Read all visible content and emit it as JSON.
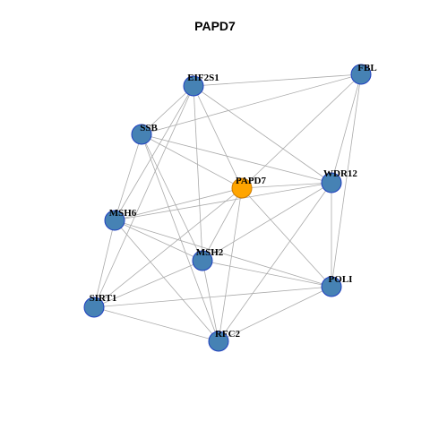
{
  "title": "PAPD7",
  "colors": {
    "edge": "#aaaaaa",
    "node_fill": "#4682b4",
    "node_stroke": "#1f3fbf",
    "focus_fill": "#ffa500",
    "focus_stroke": "#cc7a00"
  },
  "network": {
    "focus": "PAPD7",
    "nodes": [
      "EIF2S1",
      "FBL",
      "SSB",
      "PAPD7",
      "WDR12",
      "MSH6",
      "MSH2",
      "POLI",
      "SIRT1",
      "RFC2"
    ],
    "edges": [
      [
        "EIF2S1",
        "FBL"
      ],
      [
        "EIF2S1",
        "SSB"
      ],
      [
        "EIF2S1",
        "PAPD7"
      ],
      [
        "EIF2S1",
        "WDR12"
      ],
      [
        "EIF2S1",
        "MSH6"
      ],
      [
        "EIF2S1",
        "MSH2"
      ],
      [
        "EIF2S1",
        "SIRT1"
      ],
      [
        "FBL",
        "SSB"
      ],
      [
        "FBL",
        "PAPD7"
      ],
      [
        "FBL",
        "WDR12"
      ],
      [
        "FBL",
        "POLI"
      ],
      [
        "SSB",
        "PAPD7"
      ],
      [
        "SSB",
        "WDR12"
      ],
      [
        "SSB",
        "MSH6"
      ],
      [
        "SSB",
        "MSH2"
      ],
      [
        "SSB",
        "RFC2"
      ],
      [
        "PAPD7",
        "WDR12"
      ],
      [
        "PAPD7",
        "MSH6"
      ],
      [
        "PAPD7",
        "MSH2"
      ],
      [
        "PAPD7",
        "POLI"
      ],
      [
        "PAPD7",
        "SIRT1"
      ],
      [
        "PAPD7",
        "RFC2"
      ],
      [
        "WDR12",
        "MSH6"
      ],
      [
        "WDR12",
        "MSH2"
      ],
      [
        "WDR12",
        "POLI"
      ],
      [
        "WDR12",
        "RFC2"
      ],
      [
        "MSH6",
        "MSH2"
      ],
      [
        "MSH6",
        "POLI"
      ],
      [
        "MSH6",
        "SIRT1"
      ],
      [
        "MSH6",
        "RFC2"
      ],
      [
        "MSH2",
        "POLI"
      ],
      [
        "MSH2",
        "SIRT1"
      ],
      [
        "MSH2",
        "RFC2"
      ],
      [
        "POLI",
        "SIRT1"
      ],
      [
        "POLI",
        "RFC2"
      ],
      [
        "SIRT1",
        "RFC2"
      ]
    ]
  }
}
